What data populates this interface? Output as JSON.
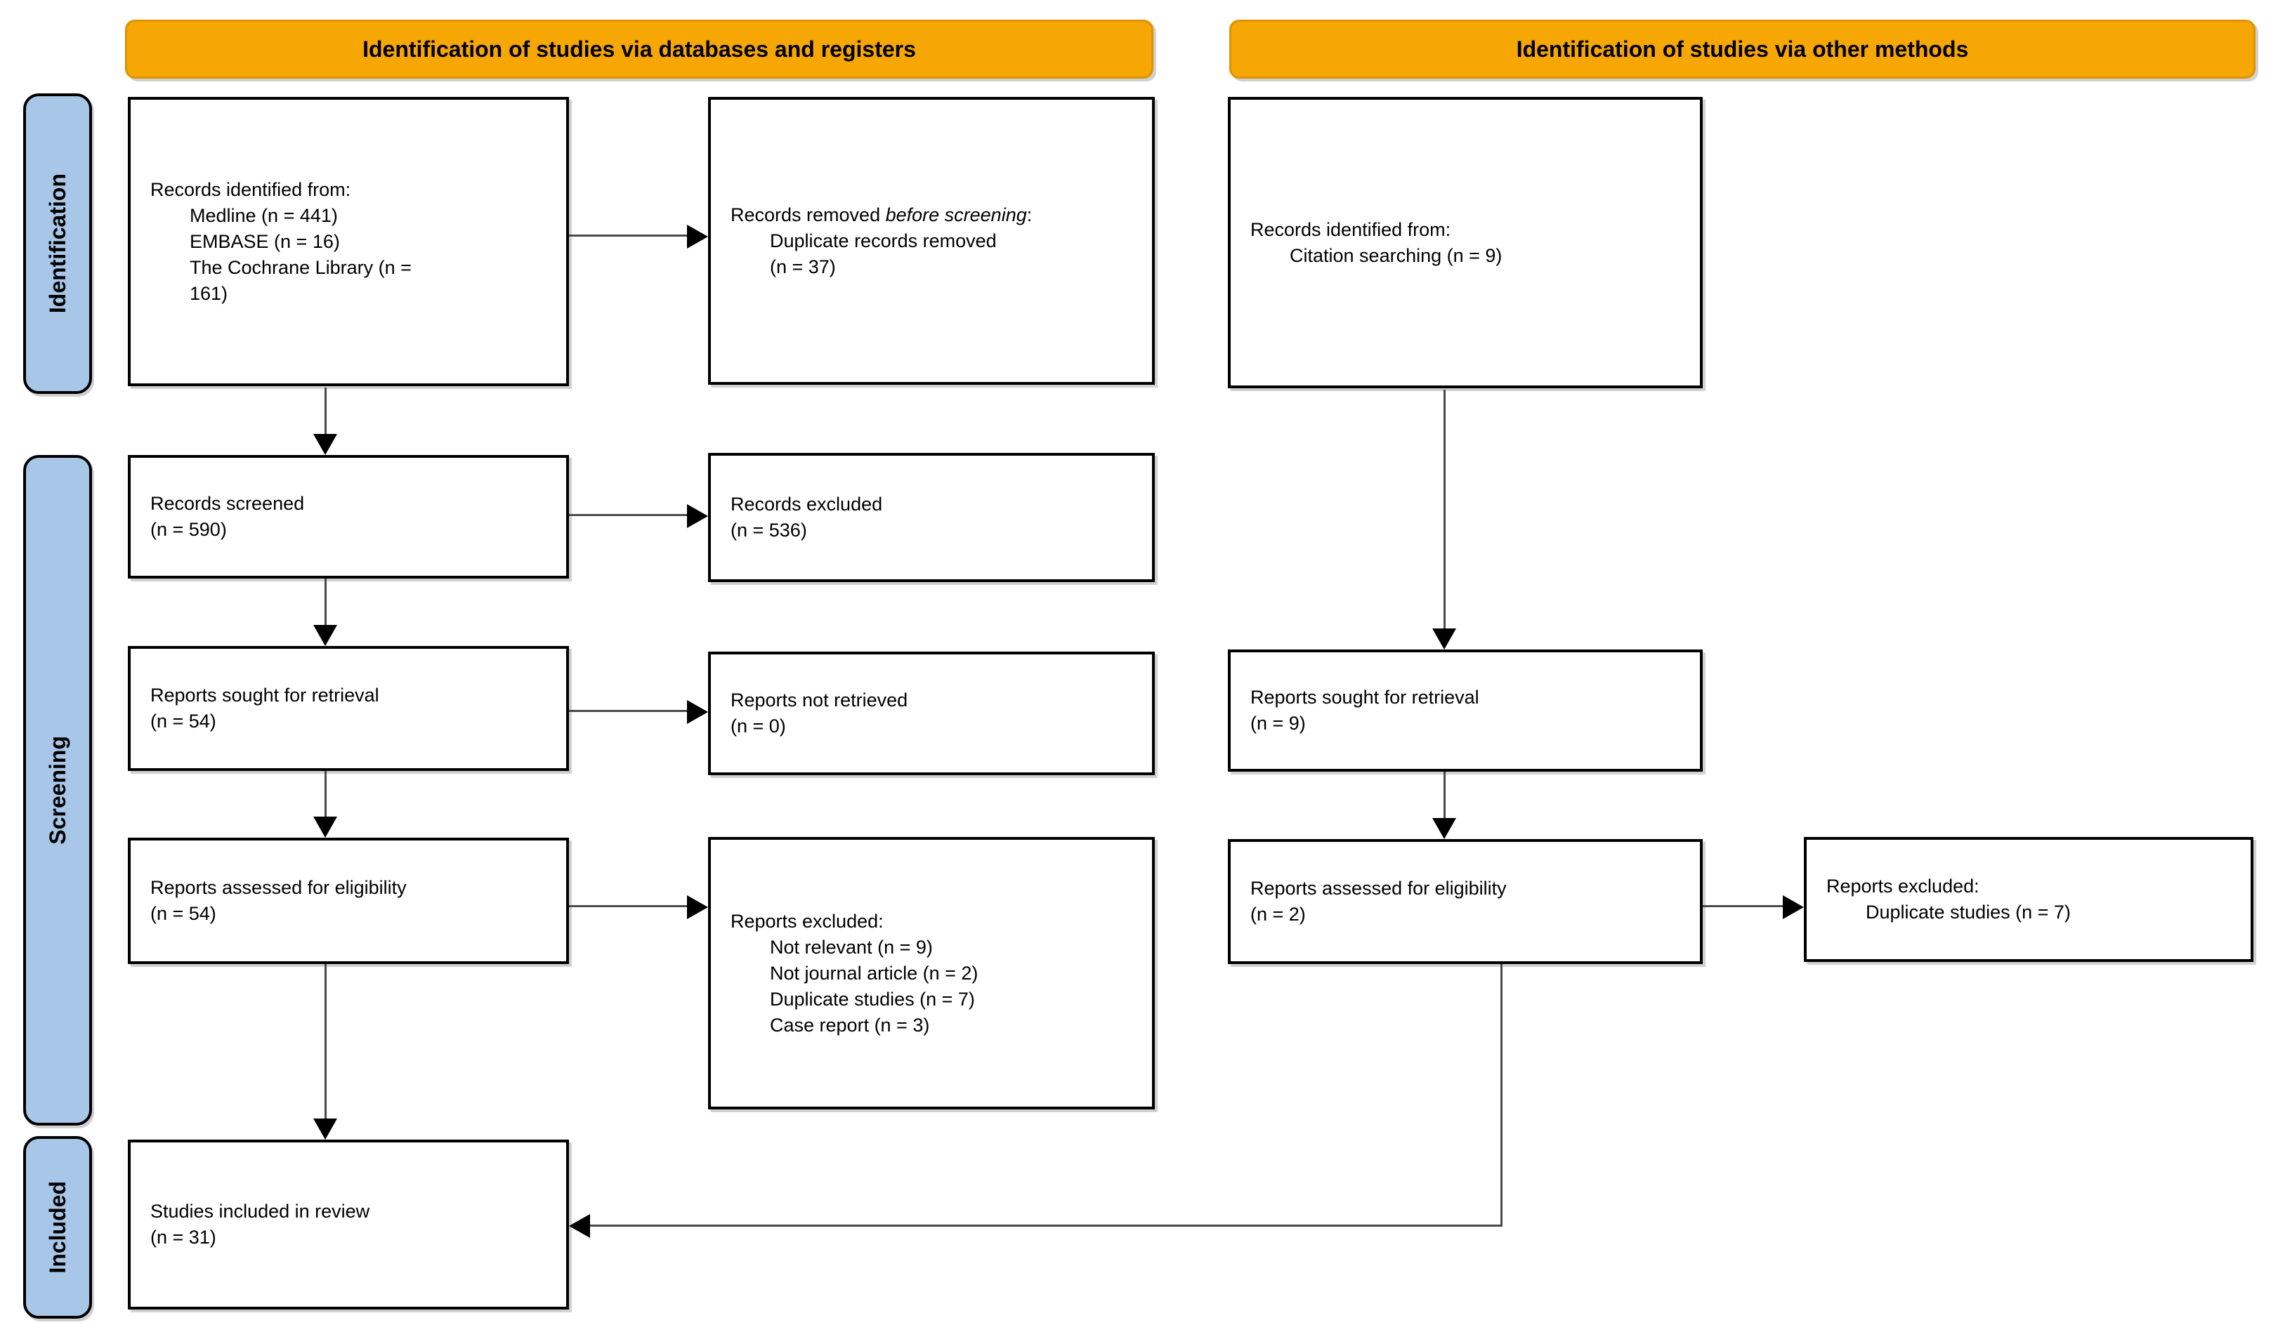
{
  "banners": {
    "databases": "Identification of studies via databases and registers",
    "other": "Identification of studies via other methods"
  },
  "stages": {
    "identification": "Identification",
    "screening": "Screening",
    "included": "Included"
  },
  "colors": {
    "banner_fill": "#F7A703",
    "stage_fill": "#A8C7E8",
    "box_border": "#000000",
    "arrow_line": "#4a4a4a"
  },
  "boxes": {
    "db_records_identified": {
      "title": "Records identified from:",
      "lines": [
        "Medline (n = 441)",
        "EMBASE (n = 16)",
        "The Cochrane Library (n =",
        "161)"
      ]
    },
    "records_removed": {
      "title_prefix": "Records removed ",
      "title_italic": "before screening",
      "title_suffix": ":",
      "lines": [
        "Duplicate records removed",
        "(n = 37)"
      ]
    },
    "other_records_identified": {
      "title": "Records identified from:",
      "lines": [
        "Citation searching (n = 9)"
      ]
    },
    "records_screened": {
      "line1": "Records screened",
      "line2": "(n = 590)"
    },
    "records_excluded": {
      "line1": "Records excluded",
      "line2": "(n = 536)"
    },
    "reports_sought_db": {
      "line1": "Reports sought for retrieval",
      "line2": "(n = 54)"
    },
    "reports_not_retrieved": {
      "line1": "Reports not retrieved",
      "line2": "(n = 0)"
    },
    "reports_sought_other": {
      "line1": "Reports sought for retrieval",
      "line2": "(n = 9)"
    },
    "reports_assessed_db": {
      "line1": "Reports assessed for eligibility",
      "line2": "(n = 54)"
    },
    "reports_excluded_db": {
      "title": "Reports excluded:",
      "lines": [
        "Not relevant (n = 9)",
        "Not journal article (n = 2)",
        "Duplicate studies (n = 7)",
        "Case report (n = 3)"
      ]
    },
    "reports_assessed_other": {
      "line1": "Reports assessed for eligibility",
      "line2": "(n = 2)"
    },
    "reports_excluded_other": {
      "title": "Reports excluded:",
      "lines": [
        "Duplicate studies (n = 7)"
      ]
    },
    "studies_included": {
      "line1": "Studies included in review",
      "line2": "(n = 31)"
    }
  }
}
